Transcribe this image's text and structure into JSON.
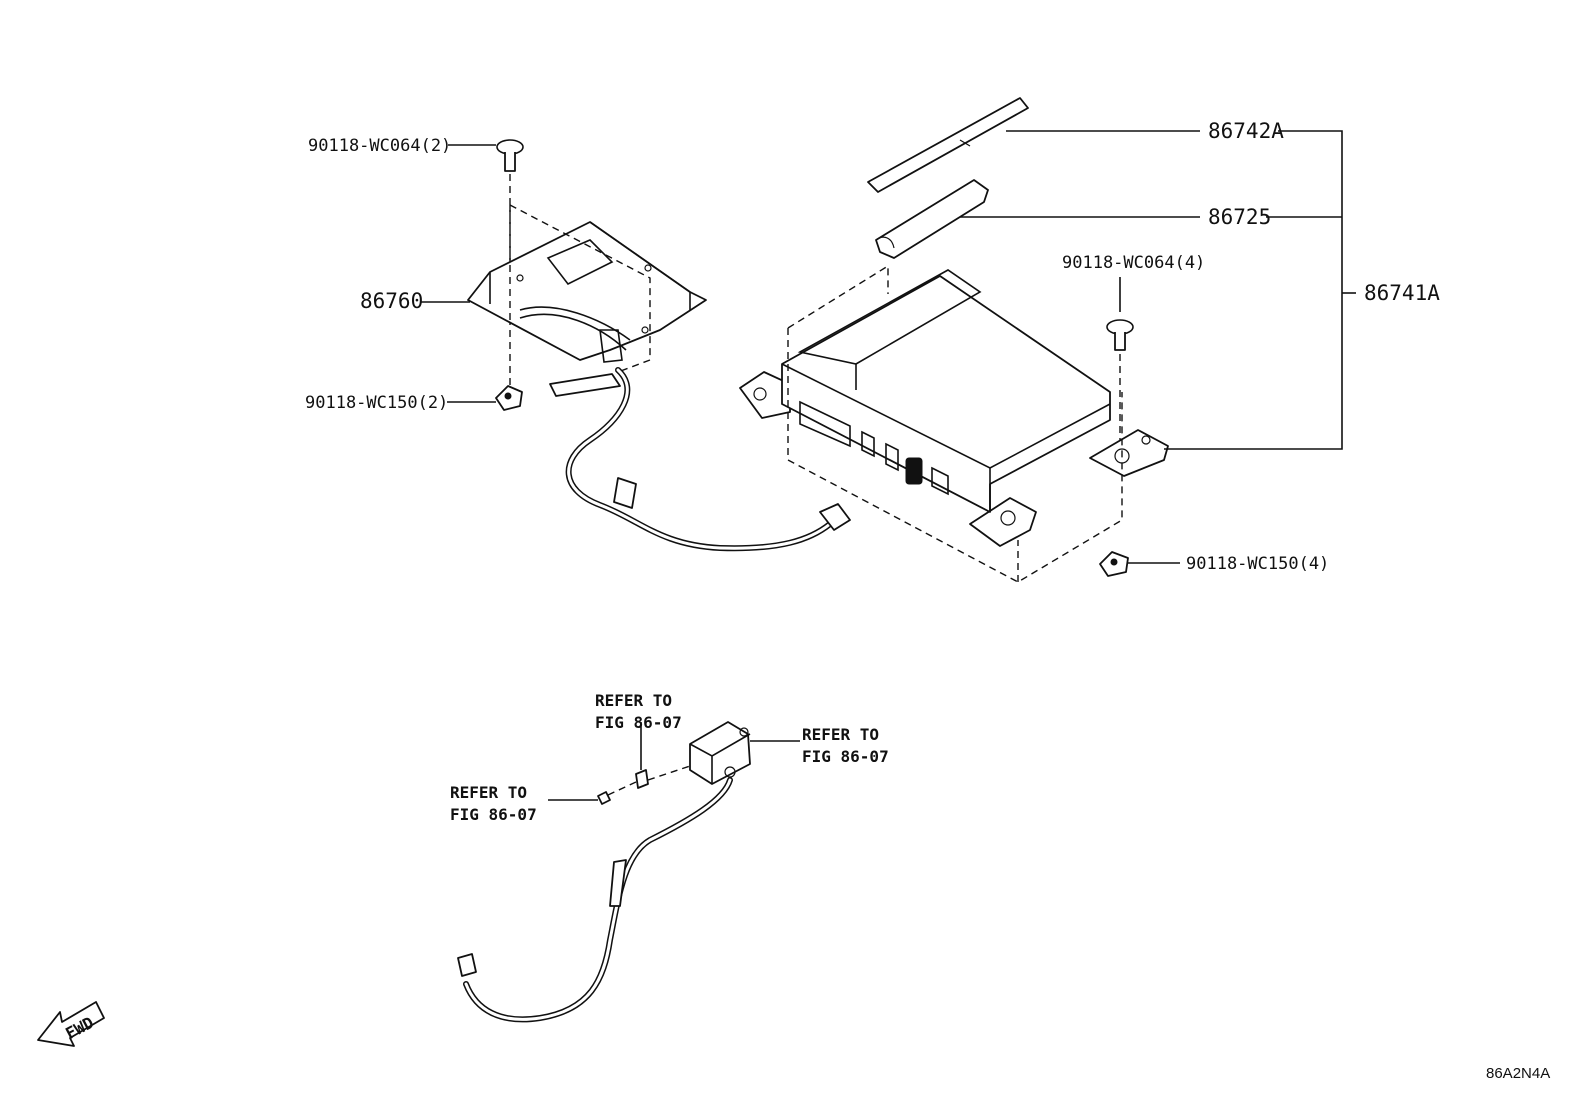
{
  "callouts": {
    "bolt_top_left": "90118-WC064(2)",
    "bracket": "86760",
    "nut_left": "90118-WC150(2)",
    "cover": "86742A",
    "cushion": "86725",
    "bolt_right": "90118-WC064(4)",
    "assembly": "86741A",
    "nut_right": "90118-WC150(4)"
  },
  "references": {
    "ref_top": [
      "REFER TO",
      "FIG 86-07"
    ],
    "ref_right": [
      "REFER TO",
      "FIG 86-07"
    ],
    "ref_left": [
      "REFER TO",
      "FIG 86-07"
    ]
  },
  "fwd_label": "FWD",
  "drawing_code": "86A2N4A"
}
